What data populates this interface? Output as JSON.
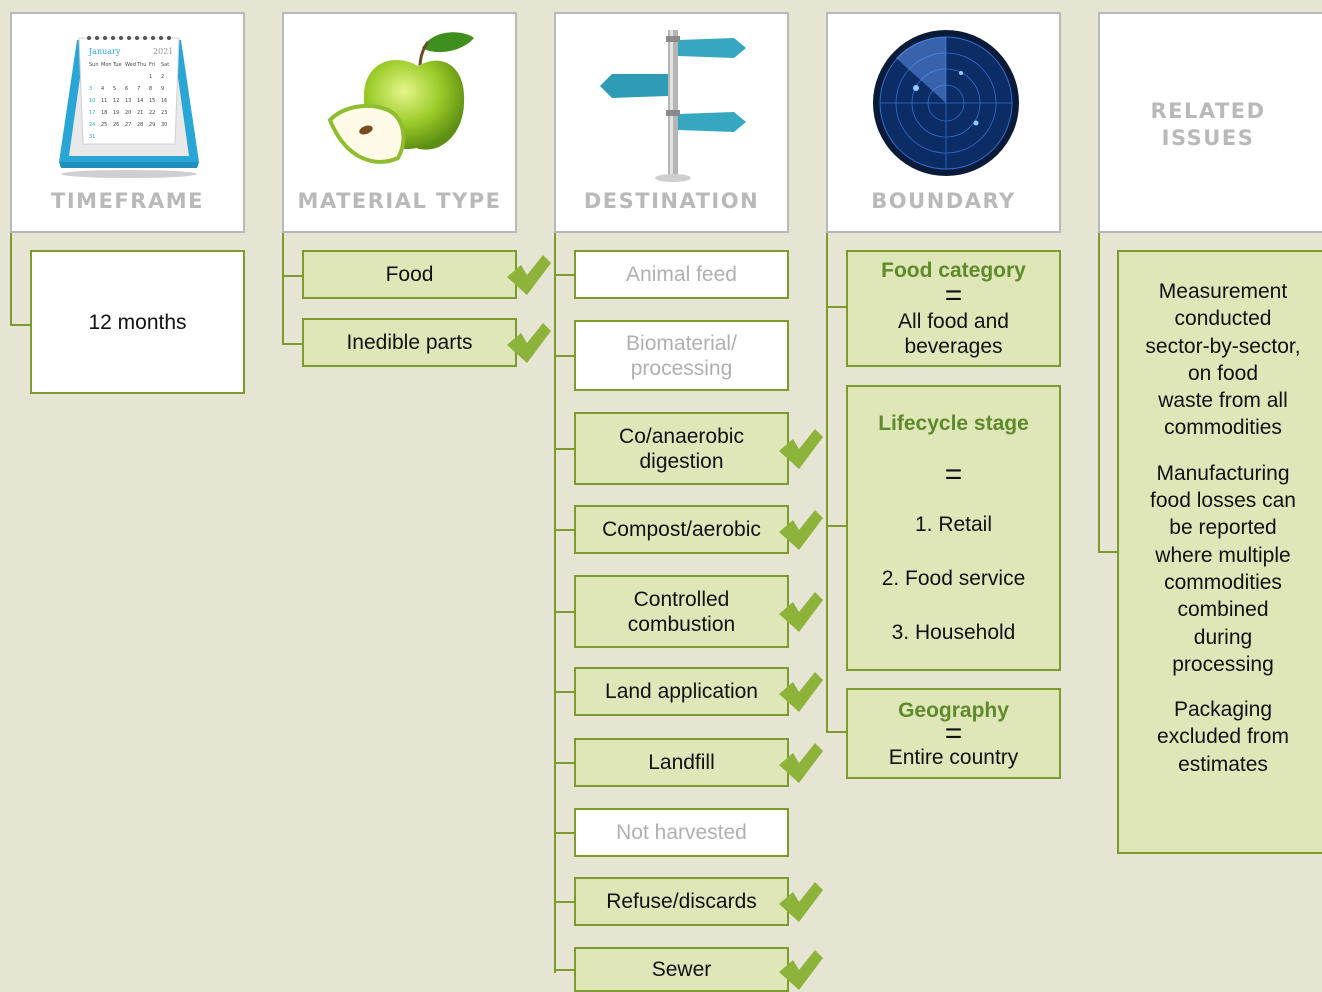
{
  "headers": {
    "timeframe": "TIMEFRAME",
    "material_type": "MATERIAL TYPE",
    "destination": "DESTINATION",
    "boundary": "BOUNDARY",
    "related_issues": [
      "RELATED",
      "ISSUES"
    ]
  },
  "calendar": {
    "month": "January",
    "year": "2021",
    "days": [
      "Sun",
      "Mon",
      "Tue",
      "Wed",
      "Thu",
      "Fri",
      "Sat"
    ],
    "weeks": [
      [
        "",
        "",
        "",
        "",
        "",
        "1",
        "2"
      ],
      [
        "3",
        "4",
        "5",
        "6",
        "7",
        "8",
        "9"
      ],
      [
        "10",
        "11",
        "12",
        "13",
        "14",
        "15",
        "16"
      ],
      [
        "17",
        "18",
        "19",
        "20",
        "21",
        "22",
        "23"
      ],
      [
        "24",
        "25",
        "26",
        "27",
        "28",
        "29",
        "30"
      ],
      [
        "31",
        "",
        "",
        "",
        "",
        "",
        ""
      ]
    ]
  },
  "timeframe": {
    "value": "12 months"
  },
  "material_type": {
    "items": [
      {
        "label": "Food",
        "checked": true
      },
      {
        "label": "Inedible parts",
        "checked": true
      }
    ]
  },
  "destination": {
    "items": [
      {
        "label": [
          "Animal feed"
        ],
        "checked": false
      },
      {
        "label": [
          "Biomaterial/",
          "processing"
        ],
        "checked": false
      },
      {
        "label": [
          "Co/anaerobic",
          "digestion"
        ],
        "checked": true
      },
      {
        "label": [
          "Compost/aerobic"
        ],
        "checked": true
      },
      {
        "label": [
          "Controlled",
          "combustion"
        ],
        "checked": true
      },
      {
        "label": [
          "Land application"
        ],
        "checked": true
      },
      {
        "label": [
          "Landfill"
        ],
        "checked": true
      },
      {
        "label": [
          "Not harvested"
        ],
        "checked": false
      },
      {
        "label": [
          "Refuse/discards"
        ],
        "checked": true
      },
      {
        "label": [
          "Sewer"
        ],
        "checked": true
      }
    ]
  },
  "boundary": {
    "food_category": {
      "title": "Food category",
      "eq": "=",
      "lines": [
        "All food and",
        "beverages"
      ]
    },
    "lifecycle_stage": {
      "title": "Lifecycle stage",
      "eq": "=",
      "lines": [
        "1. Retail",
        "2. Food service",
        "3. Household"
      ]
    },
    "geography": {
      "title": "Geography",
      "eq": "=",
      "lines": [
        "Entire country"
      ]
    }
  },
  "related_issues": {
    "paragraphs": [
      [
        "Measurement",
        "conducted",
        "sector-by-sector,",
        "on food",
        "waste from all",
        "commodities"
      ],
      [
        "Manufacturing",
        "food losses can",
        "be reported",
        "where multiple",
        "commodities",
        "combined",
        "during",
        "processing"
      ],
      [
        "Packaging",
        "excluded from",
        "estimates"
      ]
    ]
  },
  "colors": {
    "background": "#e6e5d4",
    "box_fill": "#dfe7b8",
    "border_green": "#7d9a2c",
    "check_green": "#8db33a",
    "title_green": "#5e8a2a",
    "header_gray": "#b9b9b9",
    "inactive_text": "#b0b0b0"
  },
  "icons": [
    "calendar-icon",
    "green-apple-icon",
    "signpost-icon",
    "radar-icon"
  ]
}
